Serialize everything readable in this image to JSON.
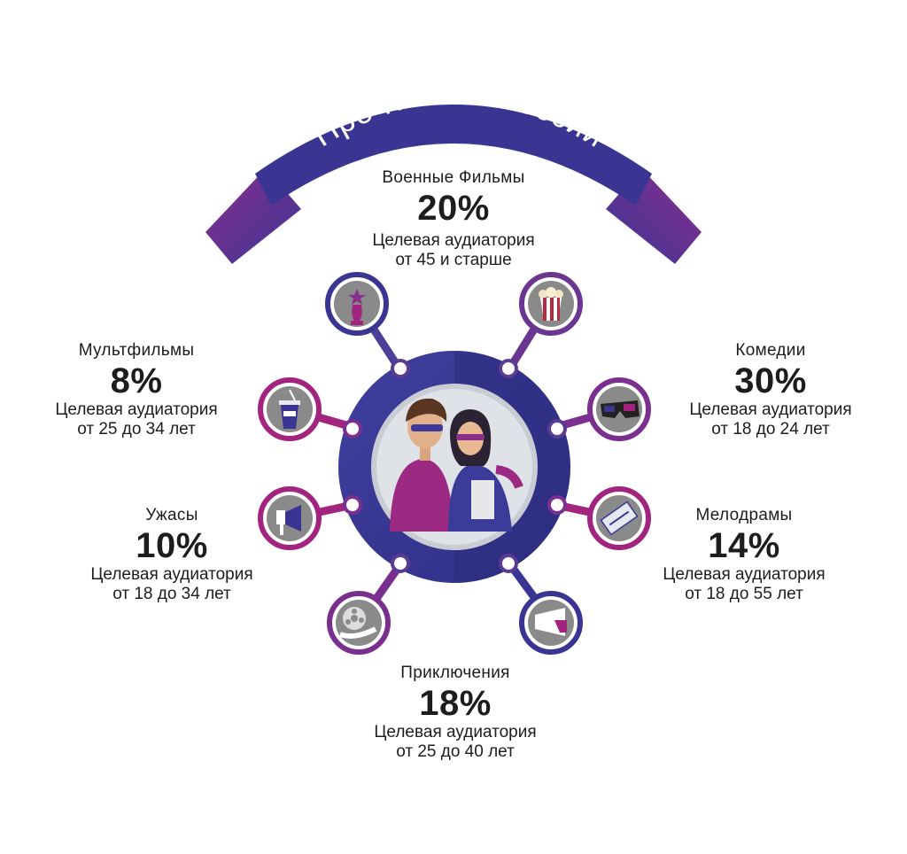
{
  "banner": {
    "title": "Про Кино в России"
  },
  "colors": {
    "banner_blue": "#3a3593",
    "purple": "#7a2f8f",
    "magenta": "#a3247e",
    "hub_blue": "#3b3b99",
    "icon_bg": "#8a8a8a",
    "dot_ring": "#6c3a95"
  },
  "genres": [
    {
      "id": "war",
      "name": "Военные Фильмы",
      "percent": "20%",
      "audience_label": "Целевая аудиатория",
      "age": "от 45 и старше",
      "icon": "oscar-statuette-icon"
    },
    {
      "id": "cartoons",
      "name": "Мультфильмы",
      "percent": "8%",
      "audience_label": "Целевая аудиатория",
      "age": "от 25 до 34 лет",
      "icon": "soda-cup-icon"
    },
    {
      "id": "comedy",
      "name": "Комедии",
      "percent": "30%",
      "audience_label": "Целевая аудиатория",
      "age": "от 18 до 24 лет",
      "icon": "3d-glasses-icon"
    },
    {
      "id": "horror",
      "name": "Ужасы",
      "percent": "10%",
      "audience_label": "Целевая аудиатория",
      "age": "от 18 до 34 лет",
      "icon": "movie-projector-icon"
    },
    {
      "id": "melodrama",
      "name": "Мелодрамы",
      "percent": "14%",
      "audience_label": "Целевая аудиатория",
      "age": "от 18 до 55 лет",
      "icon": "cinema-ticket-icon"
    },
    {
      "id": "adventure",
      "name": "Приключения",
      "percent": "18%",
      "audience_label": "Целевая аудиатория",
      "age": "от 25 до 40 лет",
      "icon": "film-reel-icon"
    }
  ],
  "extra_icons": [
    "popcorn-icon",
    "megaphone-icon"
  ],
  "hub": {
    "image": "couple-in-3d-glasses-illustration"
  }
}
